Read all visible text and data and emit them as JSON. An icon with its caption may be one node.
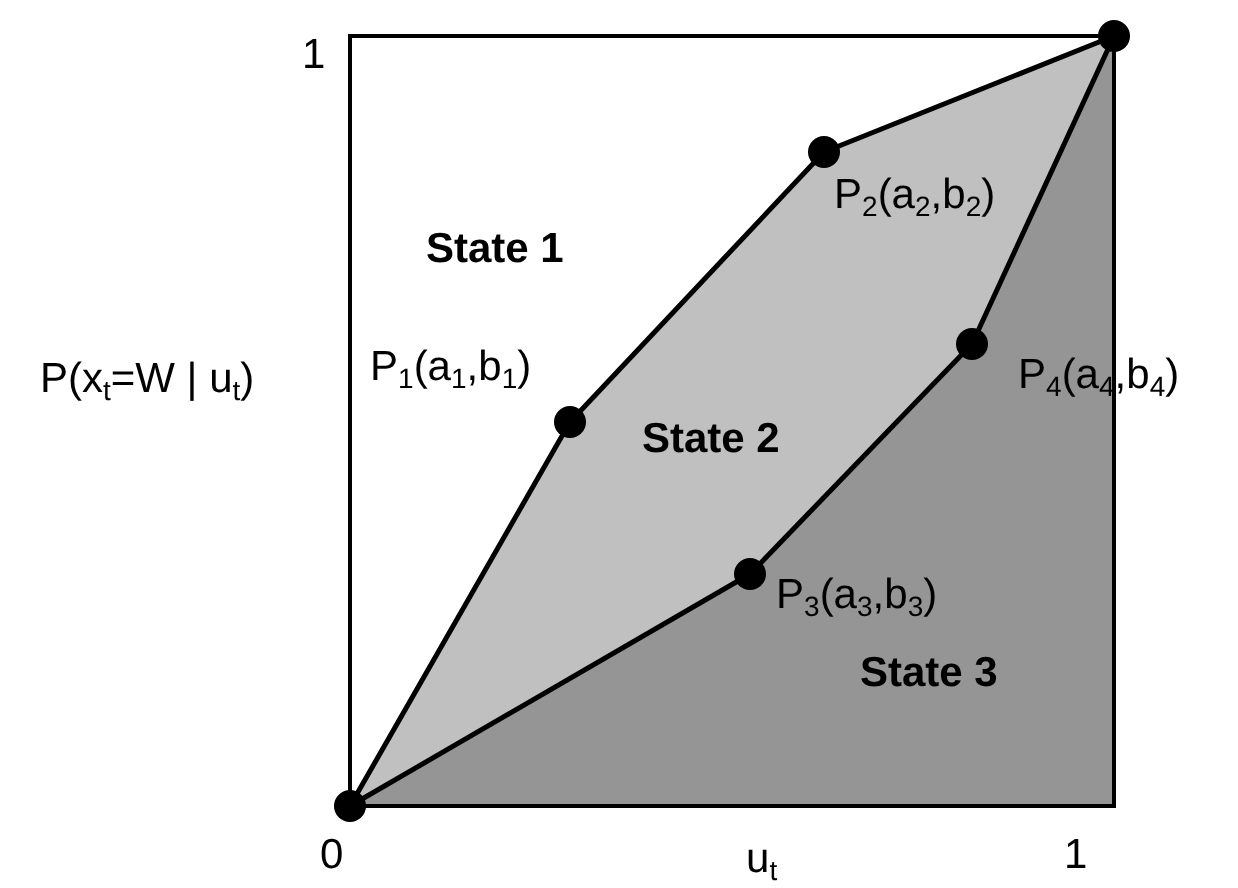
{
  "diagram": {
    "labels": [
      "1",
      "P$_{2}$(a$_{2}$,b$_{2}$)",
      "State 1",
      "P(x$_{t}$=W | u$_{t}$)",
      "P$_{1}$(a$_{1}$,b$_{1}$)",
      "P$_{4}$(a$_{4}$,b$_{4}$)",
      "State 2",
      "P$_{3}$(a$_{3}$,b$_{3}$)",
      "State 3",
      "0",
      "u$_{t}$",
      "1"
    ]
  }
}
